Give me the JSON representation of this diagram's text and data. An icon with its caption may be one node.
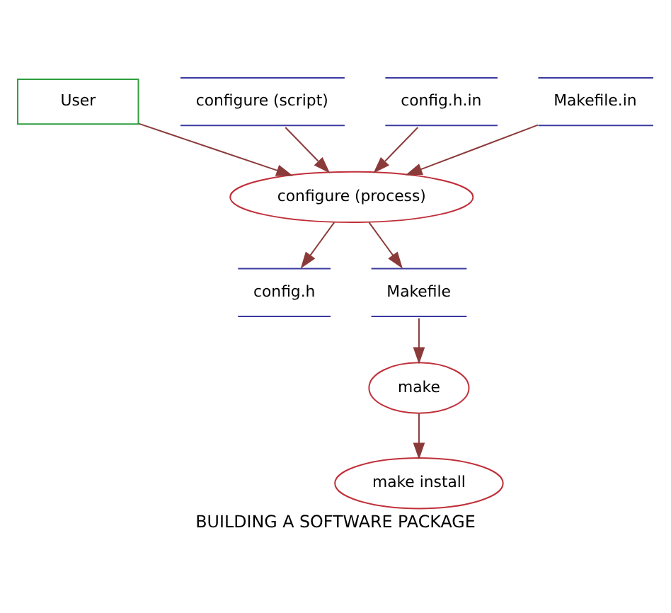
{
  "diagram": {
    "caption": "BUILDING A SOFTWARE PACKAGE",
    "nodes": [
      {
        "text": [
          "User"
        ]
      },
      {
        "text": [
          "configure (script)"
        ]
      },
      {
        "text": [
          "config.h.in"
        ]
      },
      {
        "text": [
          "Makefile.in"
        ]
      },
      {
        "text": [
          "configure (process)"
        ]
      },
      {
        "text": [
          "config.h"
        ]
      },
      {
        "text": [
          "Makefile"
        ]
      },
      {
        "text": [
          "make"
        ]
      },
      {
        "text": [
          "make install"
        ]
      }
    ],
    "edges": [
      {
        "from": 0,
        "to": 4,
        "arrow": "to"
      },
      {
        "from": 1,
        "to": 4,
        "arrow": "to"
      },
      {
        "from": 2,
        "to": 4,
        "arrow": "to"
      },
      {
        "from": 3,
        "to": 4,
        "arrow": "to"
      },
      {
        "from": 4,
        "to": 5,
        "arrow": "to"
      },
      {
        "from": 4,
        "to": 6,
        "arrow": "to"
      },
      {
        "from": 6,
        "to": 7,
        "arrow": "to"
      },
      {
        "from": 7,
        "to": 8,
        "arrow": "to"
      }
    ]
  }
}
